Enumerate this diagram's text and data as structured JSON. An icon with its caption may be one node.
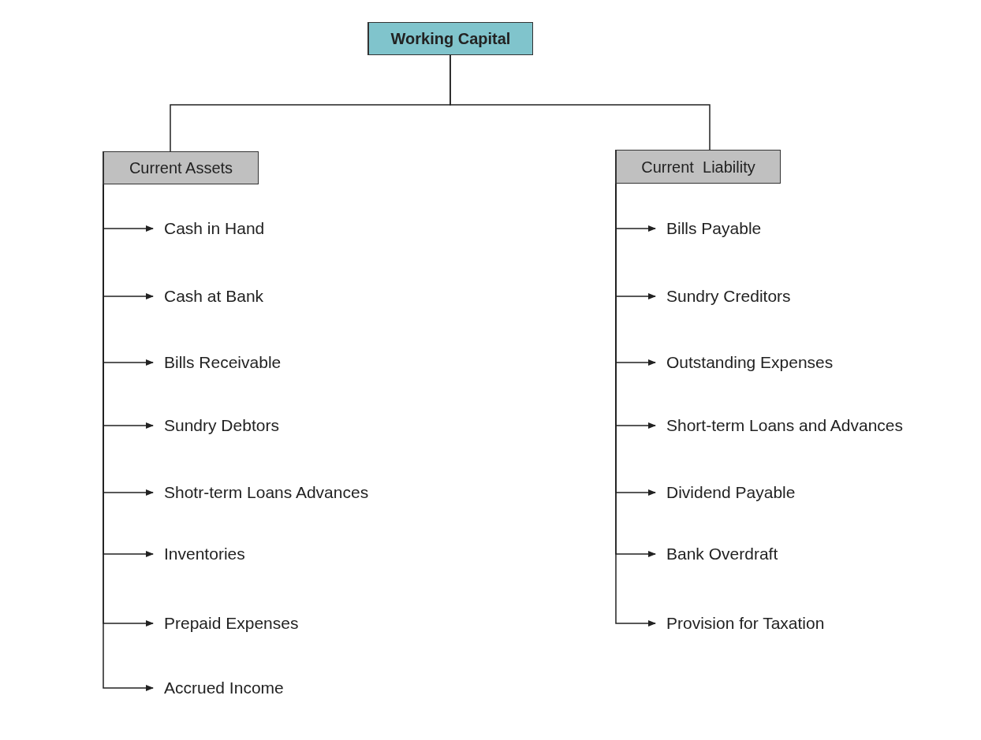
{
  "diagram": {
    "nodes": [
      {
        "text": [
          "Working Capital"
        ]
      },
      {
        "text": [
          "Current Assets"
        ]
      },
      {
        "text": [
          "Current  Liability"
        ]
      },
      {
        "text": [
          "Cash in Hand"
        ]
      },
      {
        "text": [
          "Cash at Bank"
        ]
      },
      {
        "text": [
          "Bills Receivable"
        ]
      },
      {
        "text": [
          "Sundry Debtors"
        ]
      },
      {
        "text": [
          "Shotr-term Loans Advances"
        ]
      },
      {
        "text": [
          "Inventories"
        ]
      },
      {
        "text": [
          "Prepaid Expenses"
        ]
      },
      {
        "text": [
          "Accrued Income"
        ]
      },
      {
        "text": [
          "Bills Payable"
        ]
      },
      {
        "text": [
          "Sundry Creditors"
        ]
      },
      {
        "text": [
          "Outstanding Expenses"
        ]
      },
      {
        "text": [
          "Short-term Loans and Advances"
        ]
      },
      {
        "text": [
          "Dividend Payable"
        ]
      },
      {
        "text": [
          "Bank Overdraft"
        ]
      },
      {
        "text": [
          "Provision for Taxation"
        ]
      }
    ],
    "edges": [
      {
        "from": 0,
        "to": 1,
        "arrow": "none"
      },
      {
        "from": 0,
        "to": 2,
        "arrow": "none"
      },
      {
        "from": 1,
        "to": 3,
        "arrow": "to"
      },
      {
        "from": 1,
        "to": 4,
        "arrow": "to"
      },
      {
        "from": 1,
        "to": 5,
        "arrow": "to"
      },
      {
        "from": 1,
        "to": 6,
        "arrow": "to"
      },
      {
        "from": 1,
        "to": 7,
        "arrow": "to"
      },
      {
        "from": 1,
        "to": 8,
        "arrow": "to"
      },
      {
        "from": 1,
        "to": 9,
        "arrow": "to"
      },
      {
        "from": 1,
        "to": 10,
        "arrow": "to"
      },
      {
        "from": 2,
        "to": 11,
        "arrow": "to"
      },
      {
        "from": 2,
        "to": 12,
        "arrow": "to"
      },
      {
        "from": 2,
        "to": 13,
        "arrow": "to"
      },
      {
        "from": 2,
        "to": 14,
        "arrow": "to"
      },
      {
        "from": 2,
        "to": 15,
        "arrow": "to"
      },
      {
        "from": 2,
        "to": 16,
        "arrow": "to"
      },
      {
        "from": 2,
        "to": 17,
        "arrow": "to"
      }
    ]
  }
}
